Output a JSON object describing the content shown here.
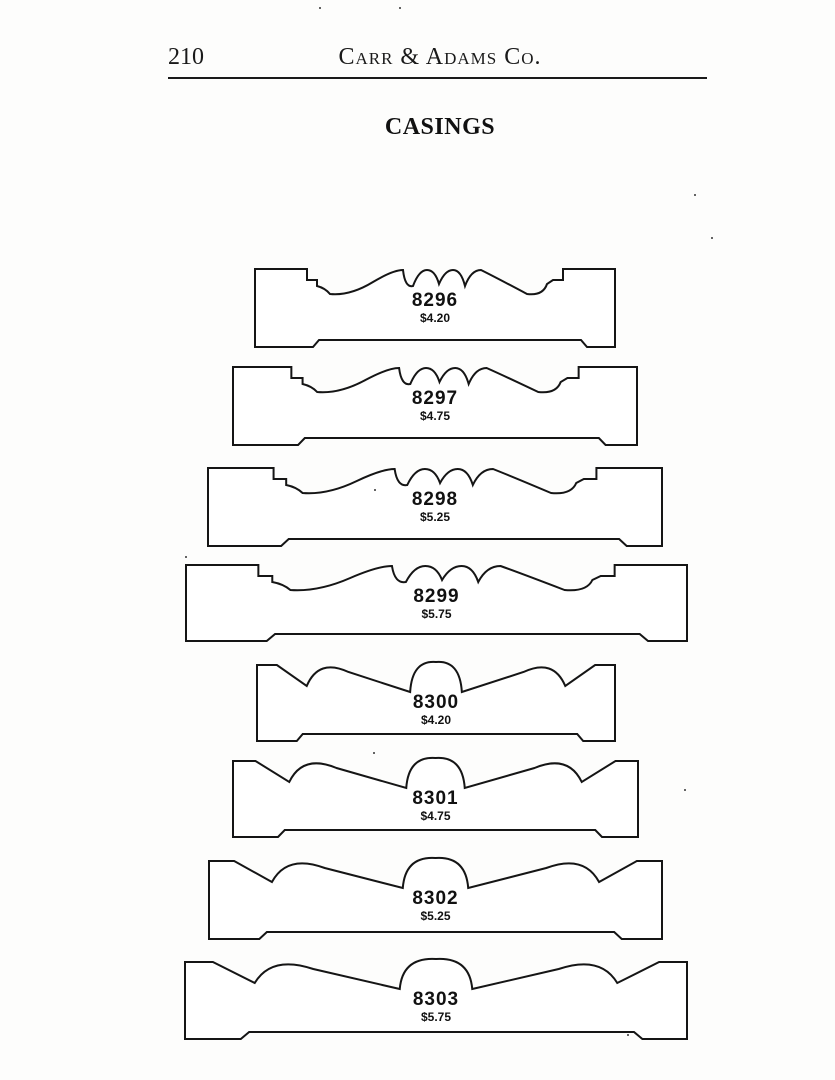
{
  "header": {
    "page_number": "210",
    "publisher": "Carr & Adams Co.",
    "section_title": "CASINGS"
  },
  "casings": [
    {
      "number": "8296",
      "price": "$4.20",
      "style": "beads"
    },
    {
      "number": "8297",
      "price": "$4.75",
      "style": "beads"
    },
    {
      "number": "8298",
      "price": "$5.25",
      "style": "beads"
    },
    {
      "number": "8299",
      "price": "$5.75",
      "style": "beads"
    },
    {
      "number": "8300",
      "price": "$4.20",
      "style": "arch"
    },
    {
      "number": "8301",
      "price": "$4.75",
      "style": "arch"
    },
    {
      "number": "8302",
      "price": "$5.25",
      "style": "arch"
    },
    {
      "number": "8303",
      "price": "$5.75",
      "style": "arch"
    }
  ]
}
